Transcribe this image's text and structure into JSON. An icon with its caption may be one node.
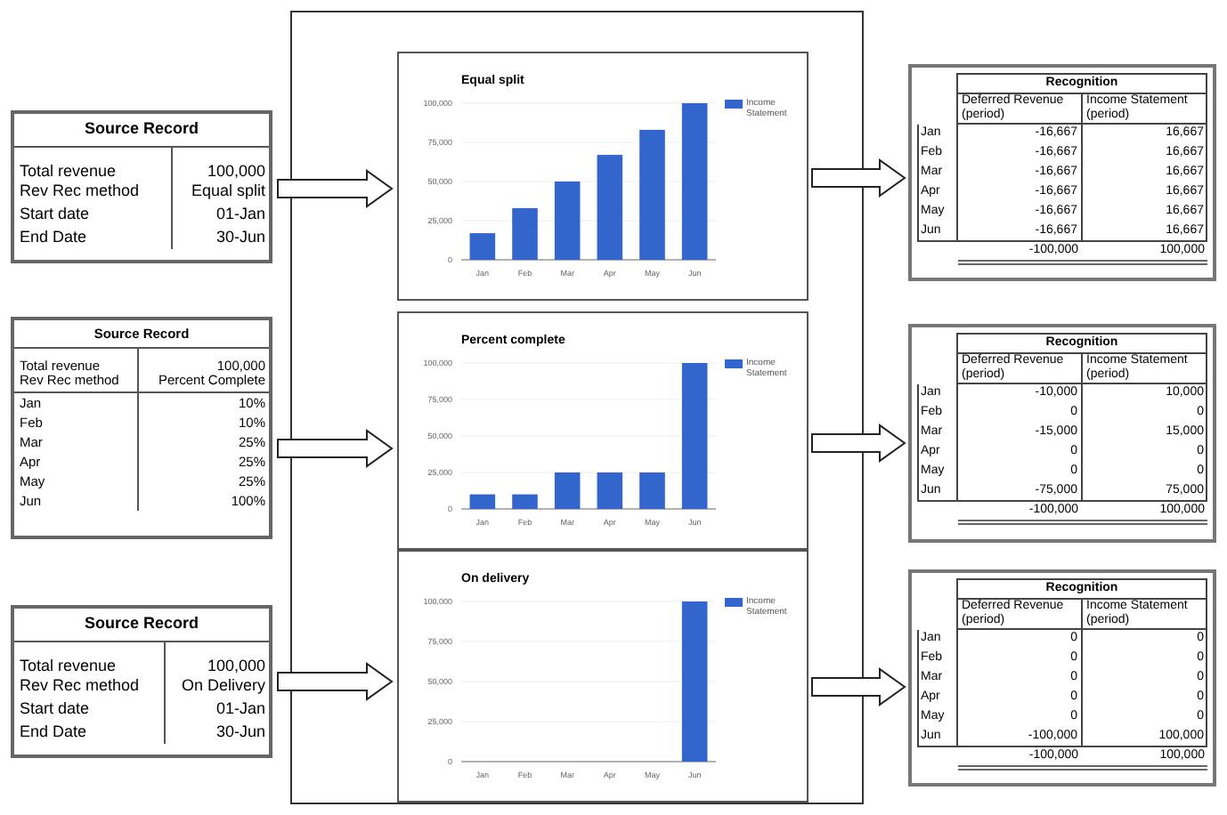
{
  "diagram": {
    "nodes": [
      {
        "text": [
          "Source Record",
          "Total revenue",
          "100,000",
          "Rev Rec method",
          "Equal split",
          "Start date",
          "01-Jan",
          "End Date",
          "30-Jun"
        ]
      },
      {
        "text": [
          "Source Record",
          "Total revenue",
          "100,000",
          "Rev Rec method",
          "Percent Complete",
          "Jan",
          "10%",
          "Feb",
          "10%",
          "Mar",
          "25%",
          "Apr",
          "25%",
          "May",
          "25%",
          "Jun",
          "100%"
        ]
      },
      {
        "text": [
          "Source Record",
          "Total revenue",
          "100,000",
          "Rev Rec method",
          "On Delivery",
          "Start date",
          "01-Jan",
          "End Date",
          "30-Jun"
        ]
      },
      {
        "text": [],
        "shape": "box"
      },
      {
        "text": [],
        "shape": "box",
        "in": 3
      },
      {
        "text": [],
        "shape": "box",
        "in": 3
      },
      {
        "text": [],
        "shape": "box",
        "in": 3
      },
      {
        "text": [
          "Recognition",
          "Deferred Revenue (period)",
          "Income Statement (period)",
          "Jan",
          "-16,667",
          "16,667",
          "Feb",
          "-16,667",
          "16,667",
          "Mar",
          "-16,667",
          "16,667",
          "Apr",
          "-16,667",
          "16,667",
          "May",
          "-16,667",
          "16,667",
          "Jun",
          "-16,667",
          "16,667",
          "-100,000",
          "100,000"
        ]
      },
      {
        "text": [
          "Recognition",
          "Deferred Revenue (period)",
          "Income Statement (period)",
          "Jan",
          "-10,000",
          "10,000",
          "Feb",
          "0",
          "0",
          "Mar",
          "-15,000",
          "15,000",
          "Apr",
          "0",
          "0",
          "May",
          "0",
          "0",
          "Jun",
          "-75,000",
          "75,000",
          "-100,000",
          "100,000"
        ]
      },
      {
        "text": [
          "Recognition",
          "Deferred Revenue (period)",
          "Income Statement (period)",
          "Jan",
          "0",
          "0",
          "Feb",
          "0",
          "0",
          "Mar",
          "0",
          "0",
          "Apr",
          "0",
          "0",
          "May",
          "0",
          "0",
          "Jun",
          "-100,000",
          "100,000",
          "-100,000",
          "100,000"
        ]
      }
    ],
    "edges": [
      {
        "from": 0,
        "to": 4,
        "arrow": "to"
      },
      {
        "from": 1,
        "to": 5,
        "arrow": "to"
      },
      {
        "from": 2,
        "to": 6,
        "arrow": "to"
      },
      {
        "from": 4,
        "to": 7,
        "arrow": "to"
      },
      {
        "from": 5,
        "to": 8,
        "arrow": "to"
      },
      {
        "from": 6,
        "to": 9,
        "arrow": "to"
      }
    ],
    "chart_data": [
      {
        "type": "bar",
        "title": "Equal split",
        "categories": [
          "Jan",
          "Feb",
          "Mar",
          "Apr",
          "May",
          "Jun"
        ],
        "series": [
          {
            "name": "Income Statement",
            "color": "#3366cc",
            "values": [
              17000,
              33000,
              50000,
              67000,
              83000,
              100000
            ]
          }
        ],
        "grid": true,
        "ylim": [
          0,
          100000
        ],
        "yticks": [
          {
            "value": 0,
            "label": "0"
          },
          {
            "value": 25000,
            "label": "25,000"
          },
          {
            "value": 50000,
            "label": "50,000"
          },
          {
            "value": 75000,
            "label": "75,000"
          },
          {
            "value": 100000,
            "label": "100,000"
          }
        ]
      },
      {
        "type": "bar",
        "title": "Percent complete",
        "categories": [
          "Jan",
          "Feb",
          "Mar",
          "Apr",
          "May",
          "Jun"
        ],
        "series": [
          {
            "name": "Income Statement",
            "color": "#3366cc",
            "values": [
              10000,
              10000,
              25000,
              25000,
              25000,
              100000
            ]
          }
        ],
        "grid": true,
        "ylim": [
          0,
          100000
        ],
        "yticks": [
          {
            "value": 0,
            "label": "0"
          },
          {
            "value": 25000,
            "label": "25,000"
          },
          {
            "value": 50000,
            "label": "50,000"
          },
          {
            "value": 75000,
            "label": "75,000"
          },
          {
            "value": 100000,
            "label": "100,000"
          }
        ]
      },
      {
        "type": "bar",
        "title": "On delivery",
        "categories": [
          "Jan",
          "Feb",
          "Mar",
          "Apr",
          "May",
          "Jun"
        ],
        "series": [
          {
            "name": "Income Statement",
            "color": "#3366cc",
            "values": [
              0,
              0,
              0,
              0,
              0,
              100000
            ]
          }
        ],
        "grid": true,
        "ylim": [
          0,
          100000
        ],
        "yticks": [
          {
            "value": 0,
            "label": "0"
          },
          {
            "value": 25000,
            "label": "25,000"
          },
          {
            "value": 50000,
            "label": "50,000"
          },
          {
            "value": 75000,
            "label": "75,000"
          },
          {
            "value": 100000,
            "label": "100,000"
          }
        ]
      }
    ]
  }
}
